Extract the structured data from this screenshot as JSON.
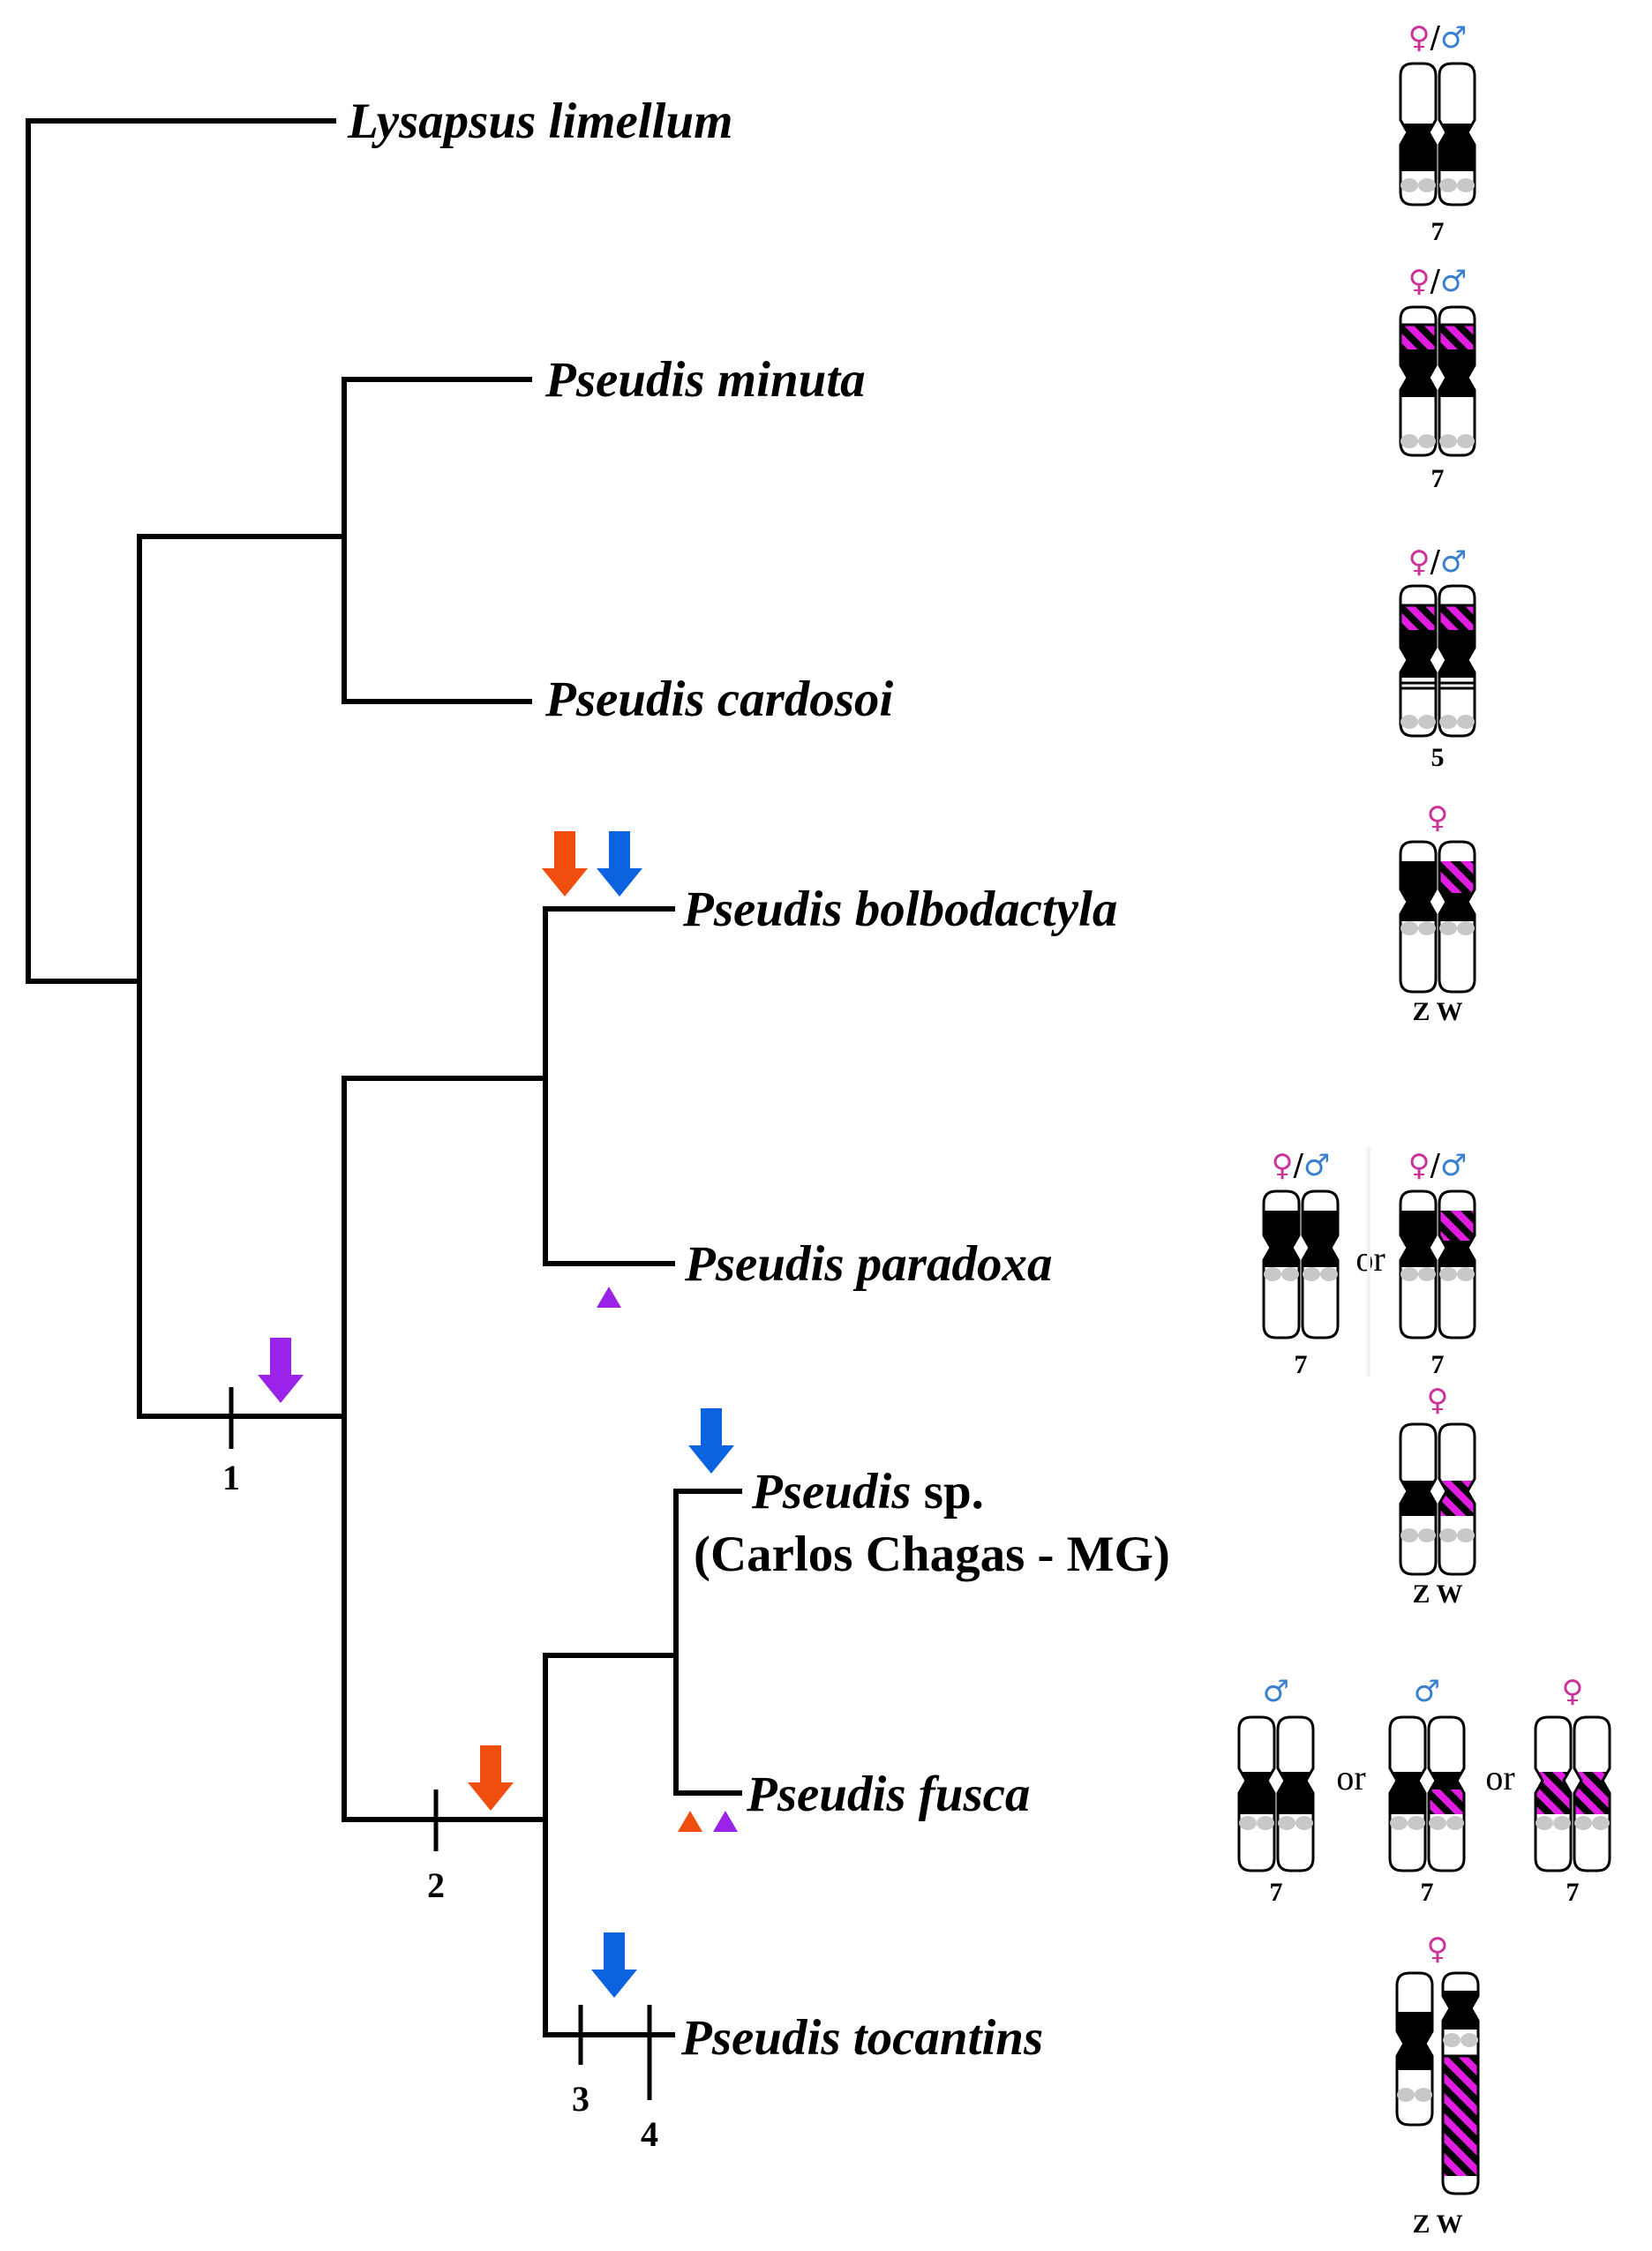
{
  "colors": {
    "branch": "#000000",
    "female": "#cc3399",
    "male": "#3a7fd0",
    "orange_arrow": "#f04e0e",
    "blue_arrow": "#0b63e0",
    "purple_arrow": "#9b22e8",
    "hatch": "#e01de0",
    "dot": "#c8c8c8"
  },
  "taxa": {
    "lysapsus": "Lysapsus limellum",
    "minuta": "Pseudis minuta",
    "cardosoi": "Pseudis cardosoi",
    "bolbodactyla": "Pseudis bolbodactyla",
    "paradoxa": "Pseudis paradoxa",
    "sp_genus": "Pseudis",
    "sp_suffix": " sp.",
    "sp_locality": "(Carlos Chagas - MG)",
    "fusca": "Pseudis fusca",
    "tocantins": "Pseudis tocantins"
  },
  "nodes": {
    "n1": "1",
    "n2": "2",
    "n3": "3",
    "n4": "4"
  },
  "symbols": {
    "female": "♀",
    "male": "♂",
    "slash": "/"
  },
  "connector": "or",
  "karyotypes": {
    "lysapsus": {
      "sex": "♀/♂",
      "label": "7"
    },
    "minuta": {
      "sex": "♀/♂",
      "label": "7"
    },
    "cardosoi": {
      "sex": "♀/♂",
      "label": "5"
    },
    "bolbodactyla": {
      "sex": "♀",
      "label": "Z W"
    },
    "paradoxa_a": {
      "sex": "♀/♂",
      "label": "7"
    },
    "paradoxa_b": {
      "sex": "♀/♂",
      "label": "7"
    },
    "sp": {
      "sex": "♀",
      "label": "Z W"
    },
    "fusca_a": {
      "sex": "♂",
      "label": "7"
    },
    "fusca_b": {
      "sex": "♂",
      "label": "7"
    },
    "fusca_c": {
      "sex": "♀",
      "label": "7"
    },
    "tocantins": {
      "sex": "♀",
      "label": "Z W"
    }
  }
}
